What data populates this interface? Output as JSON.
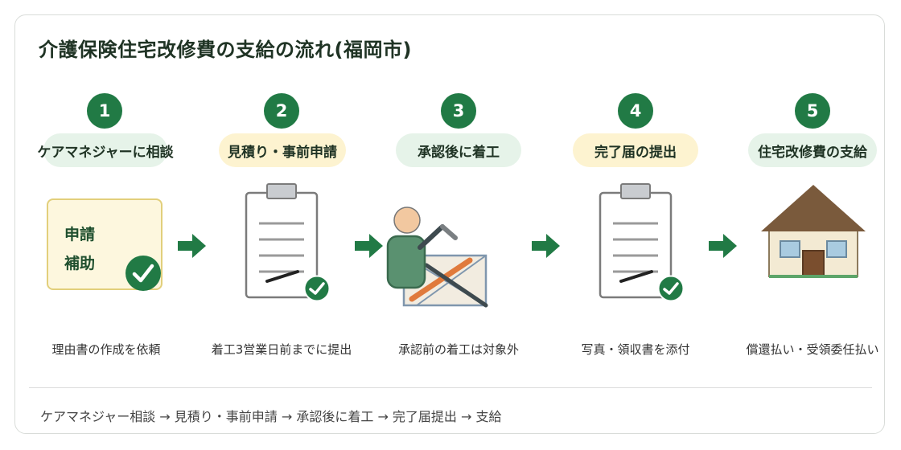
{
  "title": "介護保険住宅改修費の支給の流れ(福岡市)",
  "steps": [
    {
      "number": "1",
      "label": "ケアマネジャーに相談",
      "note": "理由書の作成を依頼"
    },
    {
      "number": "2",
      "label": "見積り・事前申請",
      "note": "着工3営業日前までに提出"
    },
    {
      "number": "3",
      "label": "承認後に着工",
      "note": "承認前の着工は対象外"
    },
    {
      "number": "4",
      "label": "完了届の提出",
      "note": "写真・領収書を添付"
    },
    {
      "number": "5",
      "label": "住宅改修費の支給",
      "note": "償還払い・受領委任払い"
    }
  ],
  "application_box": {
    "line1": "申請",
    "line2": "補助"
  },
  "footer": "ケアマネジャー相談 → 見積り・事前申請 → 承認後に着工 → 完了届提出 → 支給",
  "colors": {
    "accent_green": "#217a45",
    "pill_green": "#e6f3e9",
    "pill_yellow": "#fdf3d0",
    "box_fill": "#fdf7de",
    "roof_brown": "#7a5a3c"
  },
  "icons": [
    "check-icon",
    "clipboard-icon",
    "worker-icon",
    "arrow-right-icon",
    "house-icon"
  ]
}
